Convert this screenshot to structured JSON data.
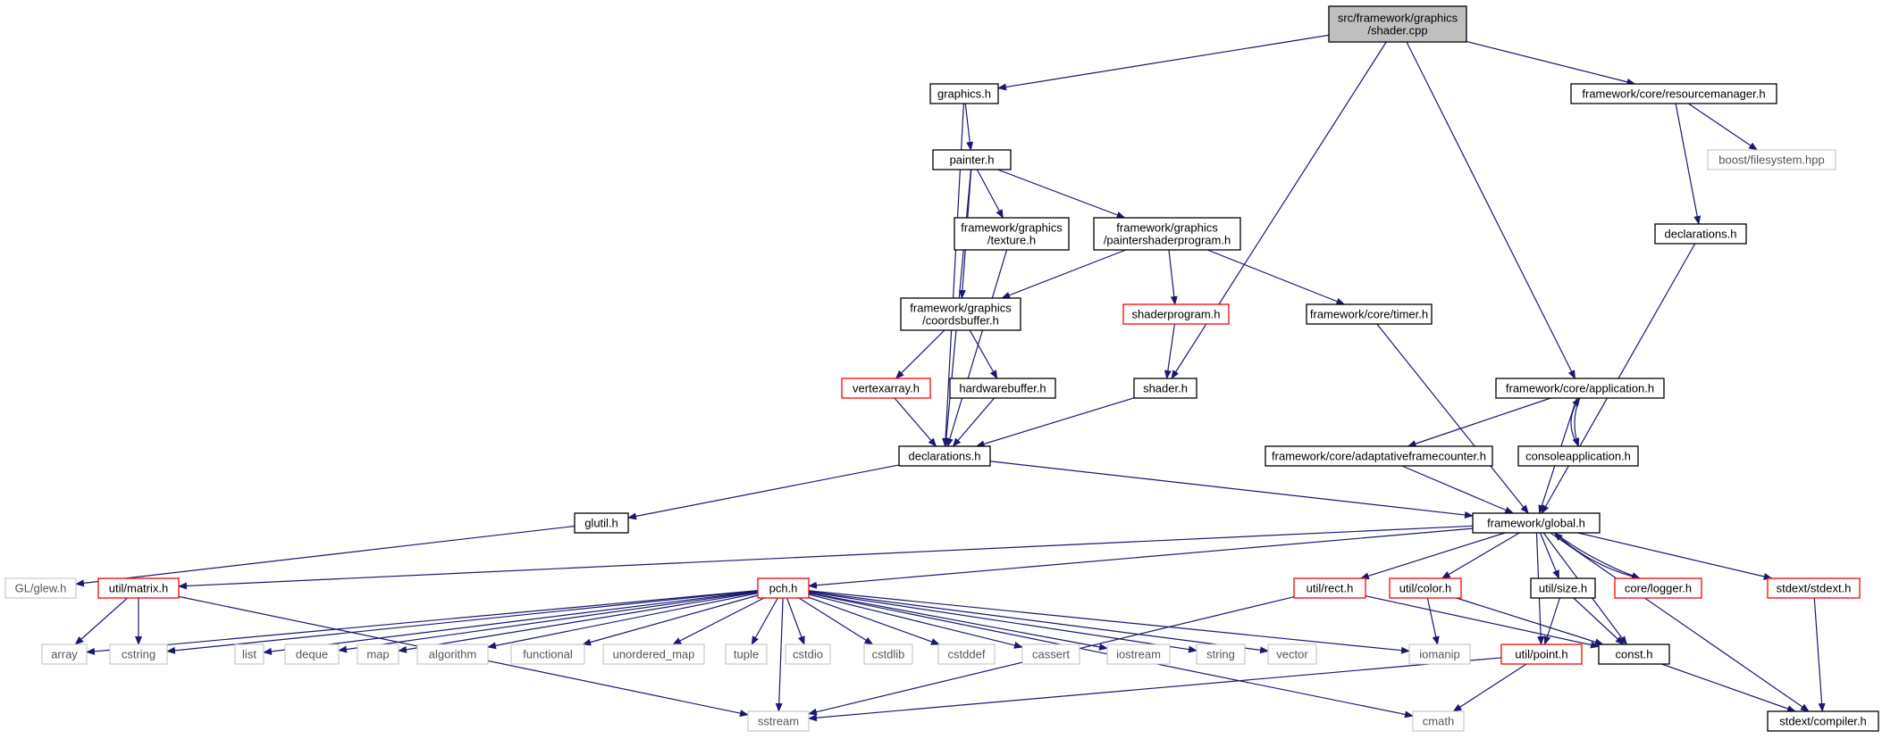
{
  "diagram": {
    "nodes": [
      {
        "id": "shader_cpp",
        "lines": [
          "src/framework/graphics",
          "/shader.cpp"
        ],
        "style": "root"
      },
      {
        "id": "graphics_h",
        "lines": [
          "graphics.h"
        ],
        "style": "normal"
      },
      {
        "id": "resourcemanager_h",
        "lines": [
          "framework/core/resourcemanager.h"
        ],
        "style": "normal"
      },
      {
        "id": "boost_filesystem",
        "lines": [
          "boost/filesystem.hpp"
        ],
        "style": "external"
      },
      {
        "id": "painter_h",
        "lines": [
          "painter.h"
        ],
        "style": "normal"
      },
      {
        "id": "declarations_core",
        "lines": [
          "declarations.h"
        ],
        "style": "normal"
      },
      {
        "id": "texture_h",
        "lines": [
          "framework/graphics",
          "/texture.h"
        ],
        "style": "normal"
      },
      {
        "id": "paintershaderprogram_h",
        "lines": [
          "framework/graphics",
          "/paintershaderprogram.h"
        ],
        "style": "normal"
      },
      {
        "id": "coordsbuffer_h",
        "lines": [
          "framework/graphics",
          "/coordsbuffer.h"
        ],
        "style": "normal"
      },
      {
        "id": "shaderprogram_h",
        "lines": [
          "shaderprogram.h"
        ],
        "style": "truncated"
      },
      {
        "id": "timer_h",
        "lines": [
          "framework/core/timer.h"
        ],
        "style": "normal"
      },
      {
        "id": "vertexarray_h",
        "lines": [
          "vertexarray.h"
        ],
        "style": "truncated"
      },
      {
        "id": "hardwarebuffer_h",
        "lines": [
          "hardwarebuffer.h"
        ],
        "style": "normal"
      },
      {
        "id": "shader_h",
        "lines": [
          "shader.h"
        ],
        "style": "normal"
      },
      {
        "id": "application_h",
        "lines": [
          "framework/core/application.h"
        ],
        "style": "normal"
      },
      {
        "id": "declarations_gfx",
        "lines": [
          "declarations.h"
        ],
        "style": "normal"
      },
      {
        "id": "adaptative_h",
        "lines": [
          "framework/core/adaptativeframecounter.h"
        ],
        "style": "normal"
      },
      {
        "id": "consoleapplication_h",
        "lines": [
          "consoleapplication.h"
        ],
        "style": "normal"
      },
      {
        "id": "glutil_h",
        "lines": [
          "glutil.h"
        ],
        "style": "normal"
      },
      {
        "id": "global_h",
        "lines": [
          "framework/global.h"
        ],
        "style": "normal"
      },
      {
        "id": "glew_h",
        "lines": [
          "GL/glew.h"
        ],
        "style": "external"
      },
      {
        "id": "matrix_h",
        "lines": [
          "util/matrix.h"
        ],
        "style": "truncated"
      },
      {
        "id": "pch_h",
        "lines": [
          "pch.h"
        ],
        "style": "truncated"
      },
      {
        "id": "rect_h",
        "lines": [
          "util/rect.h"
        ],
        "style": "truncated"
      },
      {
        "id": "color_h",
        "lines": [
          "util/color.h"
        ],
        "style": "truncated"
      },
      {
        "id": "size_h",
        "lines": [
          "util/size.h"
        ],
        "style": "normal"
      },
      {
        "id": "logger_h",
        "lines": [
          "core/logger.h"
        ],
        "style": "truncated"
      },
      {
        "id": "stdext_h",
        "lines": [
          "stdext/stdext.h"
        ],
        "style": "truncated"
      },
      {
        "id": "array",
        "lines": [
          "array"
        ],
        "style": "external"
      },
      {
        "id": "cstring",
        "lines": [
          "cstring"
        ],
        "style": "external"
      },
      {
        "id": "list",
        "lines": [
          "list"
        ],
        "style": "external"
      },
      {
        "id": "deque",
        "lines": [
          "deque"
        ],
        "style": "external"
      },
      {
        "id": "map",
        "lines": [
          "map"
        ],
        "style": "external"
      },
      {
        "id": "algorithm",
        "lines": [
          "algorithm"
        ],
        "style": "external"
      },
      {
        "id": "functional",
        "lines": [
          "functional"
        ],
        "style": "external"
      },
      {
        "id": "unordered_map",
        "lines": [
          "unordered_map"
        ],
        "style": "external"
      },
      {
        "id": "tuple",
        "lines": [
          "tuple"
        ],
        "style": "external"
      },
      {
        "id": "cstdio",
        "lines": [
          "cstdio"
        ],
        "style": "external"
      },
      {
        "id": "cstdlib",
        "lines": [
          "cstdlib"
        ],
        "style": "external"
      },
      {
        "id": "cstddef",
        "lines": [
          "cstddef"
        ],
        "style": "external"
      },
      {
        "id": "cassert",
        "lines": [
          "cassert"
        ],
        "style": "external"
      },
      {
        "id": "iostream",
        "lines": [
          "iostream"
        ],
        "style": "external"
      },
      {
        "id": "string",
        "lines": [
          "string"
        ],
        "style": "external"
      },
      {
        "id": "vector",
        "lines": [
          "vector"
        ],
        "style": "external"
      },
      {
        "id": "iomanip",
        "lines": [
          "iomanip"
        ],
        "style": "external"
      },
      {
        "id": "point_h",
        "lines": [
          "util/point.h"
        ],
        "style": "truncated"
      },
      {
        "id": "const_h",
        "lines": [
          "const.h"
        ],
        "style": "normal"
      },
      {
        "id": "sstream",
        "lines": [
          "sstream"
        ],
        "style": "external"
      },
      {
        "id": "cmath",
        "lines": [
          "cmath"
        ],
        "style": "external"
      },
      {
        "id": "compiler_h",
        "lines": [
          "stdext/compiler.h"
        ],
        "style": "normal"
      }
    ],
    "edges": [
      [
        "shader_cpp",
        "graphics_h"
      ],
      [
        "shader_cpp",
        "shader_h"
      ],
      [
        "shader_cpp",
        "application_h"
      ],
      [
        "shader_cpp",
        "resourcemanager_h"
      ],
      [
        "graphics_h",
        "painter_h"
      ],
      [
        "graphics_h",
        "declarations_gfx"
      ],
      [
        "resourcemanager_h",
        "boost_filesystem"
      ],
      [
        "resourcemanager_h",
        "declarations_core"
      ],
      [
        "painter_h",
        "texture_h"
      ],
      [
        "painter_h",
        "paintershaderprogram_h"
      ],
      [
        "painter_h",
        "coordsbuffer_h"
      ],
      [
        "painter_h",
        "declarations_gfx"
      ],
      [
        "texture_h",
        "declarations_gfx"
      ],
      [
        "paintershaderprogram_h",
        "coordsbuffer_h"
      ],
      [
        "paintershaderprogram_h",
        "shaderprogram_h"
      ],
      [
        "paintershaderprogram_h",
        "timer_h"
      ],
      [
        "coordsbuffer_h",
        "vertexarray_h"
      ],
      [
        "coordsbuffer_h",
        "hardwarebuffer_h"
      ],
      [
        "shaderprogram_h",
        "shader_h"
      ],
      [
        "vertexarray_h",
        "declarations_gfx"
      ],
      [
        "hardwarebuffer_h",
        "declarations_gfx"
      ],
      [
        "shader_h",
        "declarations_gfx"
      ],
      [
        "timer_h",
        "global_h"
      ],
      [
        "declarations_core",
        "global_h"
      ],
      [
        "application_h",
        "adaptative_h"
      ],
      [
        "application_h",
        "consoleapplication_h"
      ],
      [
        "application_h",
        "global_h"
      ],
      [
        "consoleapplication_h",
        "application_h"
      ],
      [
        "adaptative_h",
        "global_h"
      ],
      [
        "declarations_gfx",
        "glutil_h"
      ],
      [
        "declarations_gfx",
        "global_h"
      ],
      [
        "glutil_h",
        "glew_h"
      ],
      [
        "global_h",
        "matrix_h"
      ],
      [
        "global_h",
        "pch_h"
      ],
      [
        "global_h",
        "rect_h"
      ],
      [
        "global_h",
        "color_h"
      ],
      [
        "global_h",
        "point_h"
      ],
      [
        "global_h",
        "size_h"
      ],
      [
        "global_h",
        "logger_h"
      ],
      [
        "global_h",
        "const_h"
      ],
      [
        "global_h",
        "stdext_h"
      ],
      [
        "global_h",
        "compiler_h"
      ],
      [
        "logger_h",
        "global_h"
      ],
      [
        "matrix_h",
        "array"
      ],
      [
        "matrix_h",
        "cstring"
      ],
      [
        "matrix_h",
        "sstream"
      ],
      [
        "pch_h",
        "array"
      ],
      [
        "pch_h",
        "cstring"
      ],
      [
        "pch_h",
        "list"
      ],
      [
        "pch_h",
        "deque"
      ],
      [
        "pch_h",
        "map"
      ],
      [
        "pch_h",
        "algorithm"
      ],
      [
        "pch_h",
        "functional"
      ],
      [
        "pch_h",
        "unordered_map"
      ],
      [
        "pch_h",
        "tuple"
      ],
      [
        "pch_h",
        "cstdio"
      ],
      [
        "pch_h",
        "cstdlib"
      ],
      [
        "pch_h",
        "cstddef"
      ],
      [
        "pch_h",
        "cassert"
      ],
      [
        "pch_h",
        "iostream"
      ],
      [
        "pch_h",
        "string"
      ],
      [
        "pch_h",
        "vector"
      ],
      [
        "pch_h",
        "iomanip"
      ],
      [
        "pch_h",
        "sstream"
      ],
      [
        "pch_h",
        "cmath"
      ],
      [
        "rect_h",
        "const_h"
      ],
      [
        "rect_h",
        "sstream"
      ],
      [
        "color_h",
        "iomanip"
      ],
      [
        "color_h",
        "const_h"
      ],
      [
        "size_h",
        "point_h"
      ],
      [
        "size_h",
        "const_h"
      ],
      [
        "point_h",
        "sstream"
      ],
      [
        "point_h",
        "cmath"
      ],
      [
        "stdext_h",
        "compiler_h"
      ],
      [
        "const_h",
        "compiler_h"
      ]
    ]
  },
  "colors": {
    "edge": "#191970",
    "root_fill": "#bfbfbf",
    "normal_border": "#000000",
    "truncated_border": "#ff0000",
    "external_border": "#bfbfbf",
    "external_text": "#555555"
  }
}
